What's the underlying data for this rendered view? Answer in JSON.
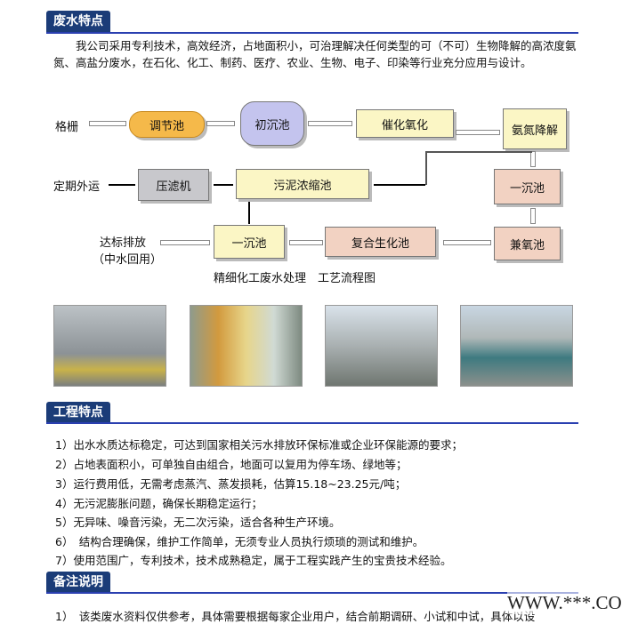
{
  "section1": {
    "title": "废水特点",
    "paragraph": "我公司采用专利技术，高效经济，占地面积小，可治理解决任何类型的可（不可）生物降解的高浓度氨氮、高盐分废水，在石化、化工、制药、医疗、农业、生物、电子、印染等行业充分应用与设计。"
  },
  "diagram": {
    "nodes": {
      "grille": "格栅",
      "regulating_tank": "调节池",
      "primary_settling": "初沉池",
      "catalytic_oxidation": "催化氧化",
      "ammonia_degradation": "氨氮降解",
      "sedimentation_1": "一沉池",
      "anoxic_tank": "兼氧池",
      "composite_bio": "复合生化池",
      "sedimentation_2": "一沉池",
      "sludge_thickener": "污泥浓缩池",
      "filter_press": "压滤机",
      "outbound": "定期外运",
      "discharge": "达标排放",
      "reuse": "（中水回用）"
    },
    "caption": "精细化工废水处理　工艺流程图"
  },
  "section2": {
    "title": "工程特点",
    "items": [
      "1）出水水质达标稳定，可达到国家相关污水排放环保标准或企业环保能源的要求；",
      "2）占地表面积小，可单独自由组合，地面可以复用为停车场、绿地等；",
      "3）运行费用低，无需考虑蒸汽、蒸发损耗，估算15.18~23.25元/吨；",
      "4）无污泥膨胀问题，确保长期稳定运行；",
      "5）无异味、噪音污染，无二次污染，适合各种生产环境。",
      "6）　结构合理确保，维护工作简单，无须专业人员执行烦琐的测试和维护。",
      "7）使用范围广，专利技术，技术成熟稳定，属于工程实践产生的宝贵技术经验。"
    ]
  },
  "section3": {
    "title": "备注说明",
    "note": "1）　该类废水资料仅供参考，具体需要根据每家企业用户，结合前期调研、小试和中试，具体以设"
  },
  "watermark": "WWW.***.COM",
  "colors": {
    "header": "#1b3c78",
    "rule": "#2a3fb0"
  }
}
